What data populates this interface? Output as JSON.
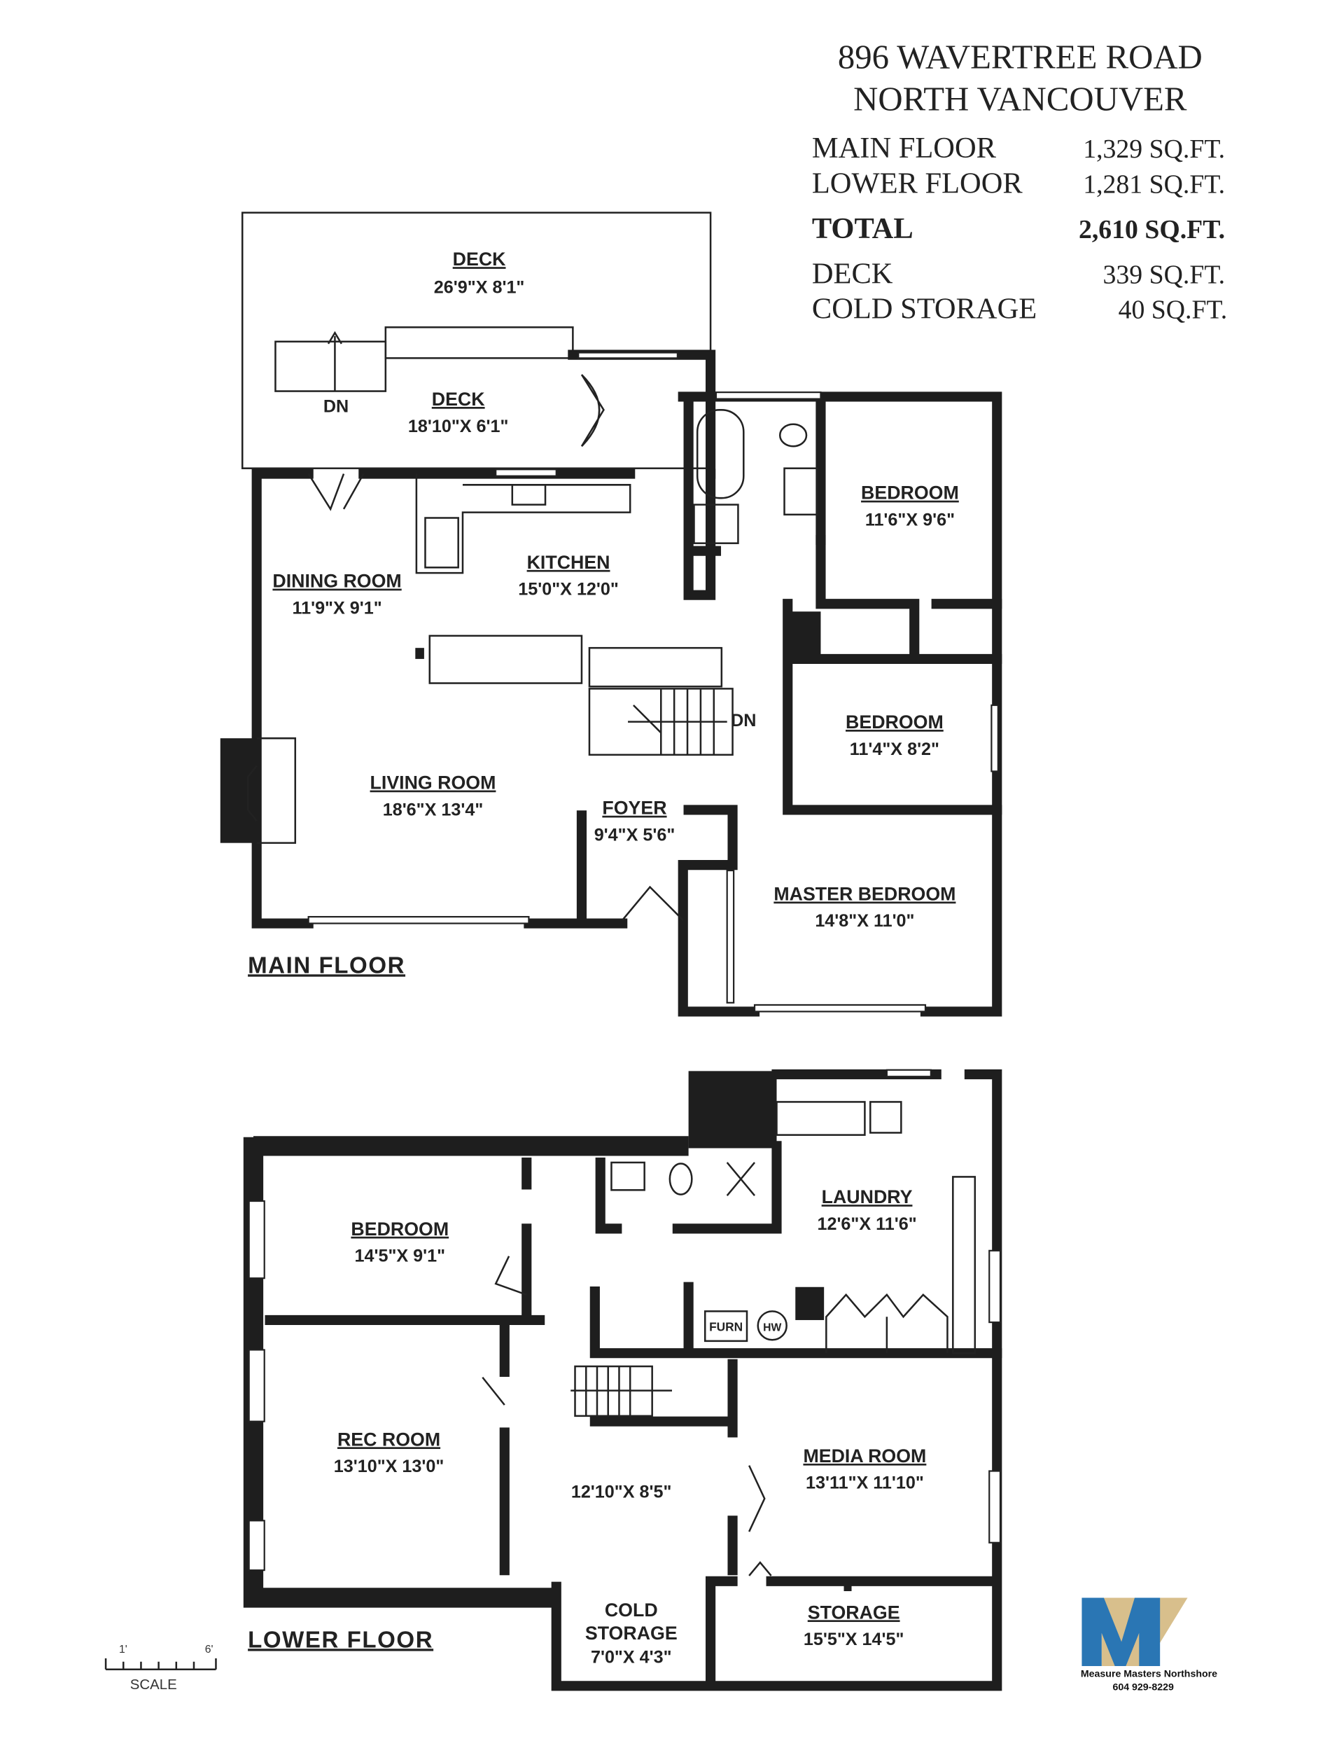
{
  "header": {
    "address_line1": "896 WAVERTREE ROAD",
    "address_line2": "NORTH VANCOUVER"
  },
  "areas": [
    {
      "label": "MAIN FLOOR",
      "value": "1,329 SQ.FT."
    },
    {
      "label": "LOWER FLOOR",
      "value": "1,281 SQ.FT."
    },
    {
      "label": "TOTAL",
      "value": "2,610 SQ.FT.",
      "bold": true
    },
    {
      "label": "DECK",
      "value": "339 SQ.FT."
    },
    {
      "label": "COLD STORAGE",
      "value": "40 SQ.FT."
    }
  ],
  "main_floor": {
    "label": "MAIN FLOOR",
    "stairs_label": "DN",
    "deck_stairs_label": "DN",
    "rooms": [
      {
        "name": "DECK",
        "dims": "26'9\"X 8'1\""
      },
      {
        "name": "DECK",
        "dims": "18'10\"X 6'1\""
      },
      {
        "name": "KITCHEN",
        "dims": "15'0\"X 12'0\""
      },
      {
        "name": "DINING ROOM",
        "dims": "11'9\"X 9'1\""
      },
      {
        "name": "BEDROOM",
        "dims": "11'6\"X 9'6\""
      },
      {
        "name": "BEDROOM",
        "dims": "11'4\"X 8'2\""
      },
      {
        "name": "LIVING ROOM",
        "dims": "18'6\"X 13'4\""
      },
      {
        "name": "FOYER",
        "dims": "9'4\"X 5'6\""
      },
      {
        "name": "MASTER BEDROOM",
        "dims": "14'8\"X 11'0\""
      }
    ]
  },
  "lower_floor": {
    "label": "LOWER FLOOR",
    "furnace_label": "FURN",
    "hot_water_label": "HW",
    "rooms": [
      {
        "name": "BEDROOM",
        "dims": "14'5\"X 9'1\""
      },
      {
        "name": "LAUNDRY",
        "dims": "12'6\"X 11'6\""
      },
      {
        "name": "REC ROOM",
        "dims": "13'10\"X 13'0\""
      },
      {
        "name": "",
        "dims": "12'10\"X 8'5\""
      },
      {
        "name": "MEDIA ROOM",
        "dims": "13'11\"X 11'10\""
      },
      {
        "name": "COLD",
        "name2": "STORAGE",
        "dims": "7'0\"X 4'3\""
      },
      {
        "name": "STORAGE",
        "dims": "15'5\"X 14'5\""
      }
    ]
  },
  "scale": {
    "start": "1'",
    "end": "6'",
    "label": "SCALE"
  },
  "logo": {
    "letters": "MV",
    "company": "Measure Masters Northshore",
    "phone": "604 929-8229",
    "colors": {
      "blue": "#2a76b4",
      "tan": "#d8bf8c"
    }
  }
}
